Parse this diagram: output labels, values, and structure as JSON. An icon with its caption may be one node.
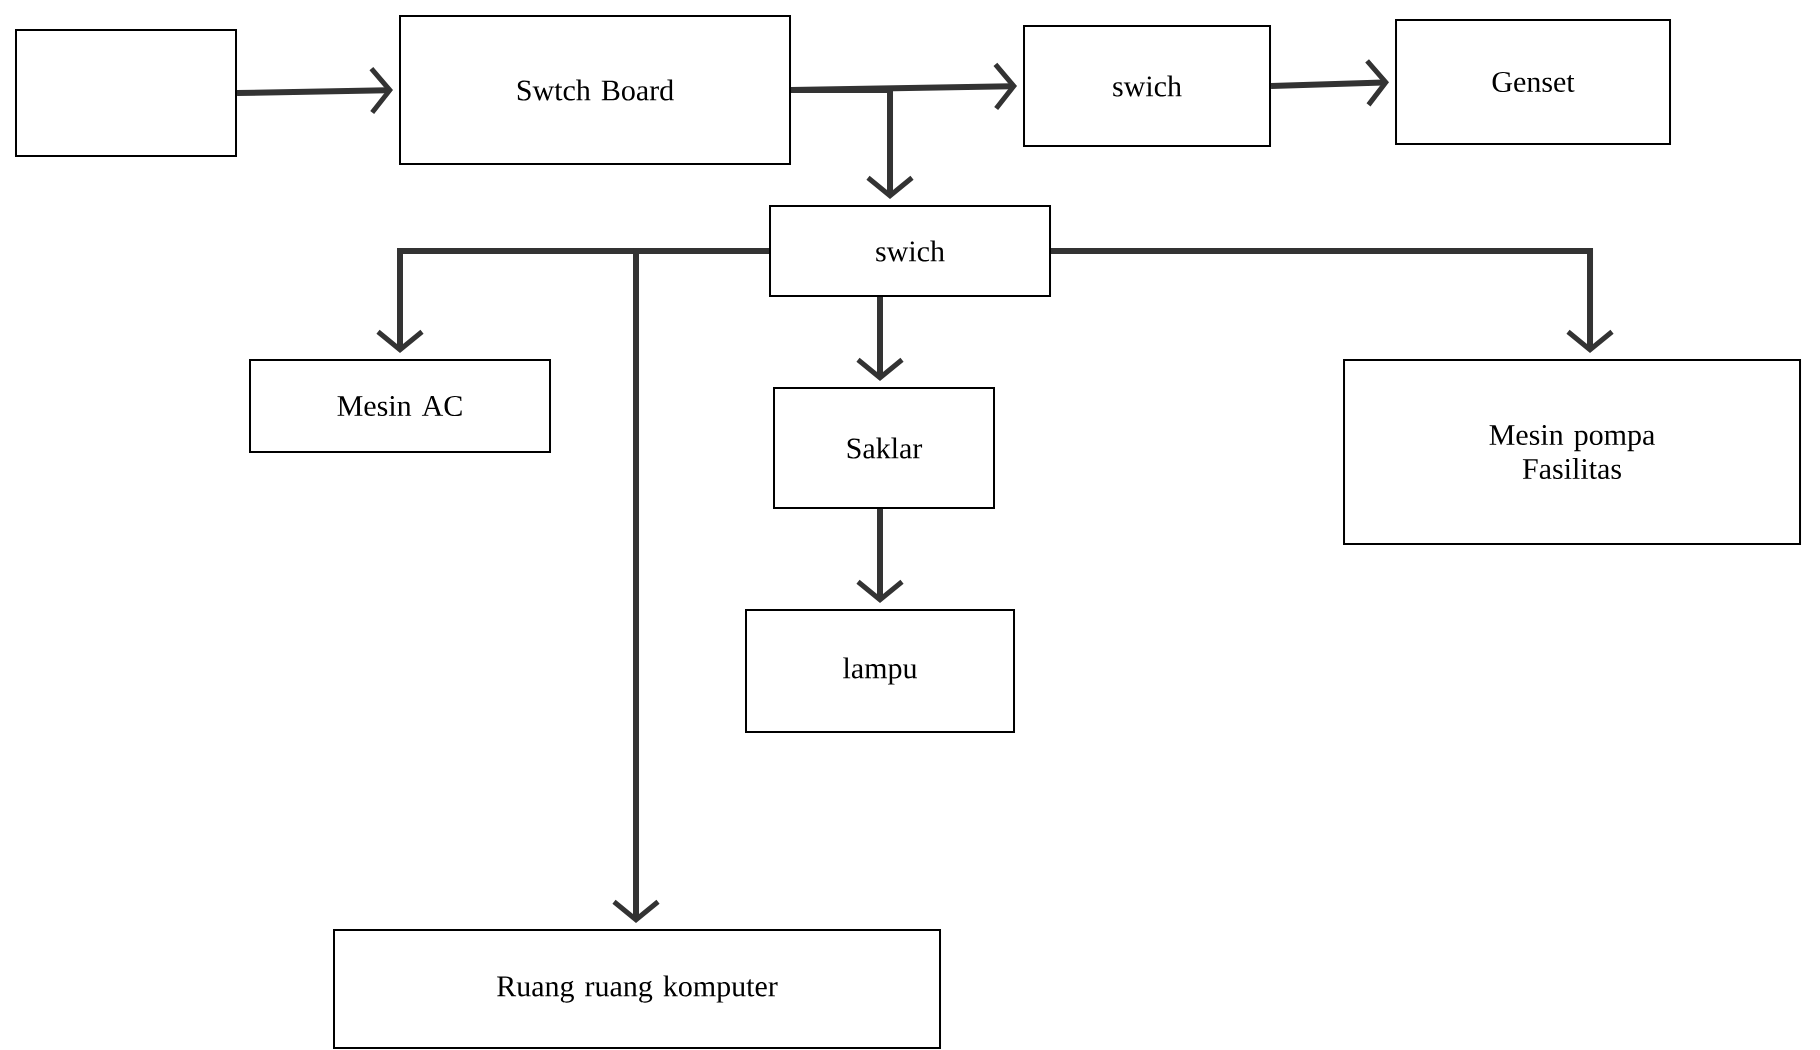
{
  "diagram": {
    "nodes": [
      {
        "text": [],
        "shape": "box"
      },
      {
        "text": [
          "Swtch Board"
        ]
      },
      {
        "text": [
          "swich"
        ]
      },
      {
        "text": [
          "Genset"
        ]
      },
      {
        "text": [
          "swich"
        ]
      },
      {
        "text": [
          "Mesin AC"
        ]
      },
      {
        "text": [
          "Saklar"
        ]
      },
      {
        "text": [
          "Mesin pompa Fasilitas"
        ]
      },
      {
        "text": [
          "lampu"
        ]
      },
      {
        "text": [
          "Ruang ruang komputer"
        ]
      }
    ],
    "edges": [
      {
        "from": 0,
        "to": 1,
        "arrow": "to"
      },
      {
        "from": 1,
        "to": 2,
        "arrow": "to"
      },
      {
        "from": 1,
        "to": 4,
        "arrow": "to"
      },
      {
        "from": 2,
        "to": 3,
        "arrow": "to"
      },
      {
        "from": 4,
        "to": 5,
        "arrow": "to"
      },
      {
        "from": 4,
        "to": 9,
        "arrow": "to"
      },
      {
        "from": 4,
        "to": 6,
        "arrow": "to"
      },
      {
        "from": 4,
        "to": 7,
        "arrow": "to"
      },
      {
        "from": 6,
        "to": 8,
        "arrow": "to"
      }
    ]
  }
}
